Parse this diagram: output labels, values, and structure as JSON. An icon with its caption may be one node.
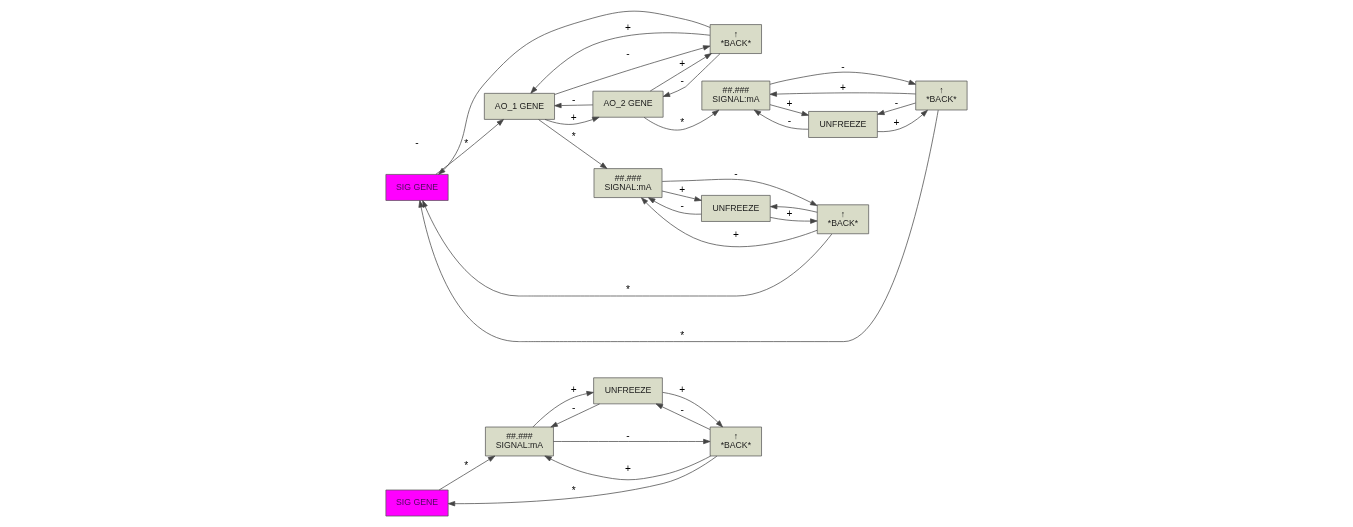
{
  "diagram": {
    "nodes": [
      {
        "text": [
          "SIG GENE"
        ]
      },
      {
        "text": [
          "##.###",
          "SIGNAL:mA"
        ]
      },
      {
        "text": [
          "UNFREEZE"
        ]
      },
      {
        "text": [
          "↑",
          "*BACK*"
        ]
      },
      {
        "text": [
          "SIG GENE"
        ]
      },
      {
        "text": [
          "AO_1 GENE"
        ]
      },
      {
        "text": [
          "##.###",
          "SIGNAL:mA"
        ]
      },
      {
        "text": [
          "UNFREEZE"
        ]
      },
      {
        "text": [
          "↑",
          "*BACK*"
        ]
      },
      {
        "text": [
          "AO_2 GENE"
        ]
      },
      {
        "text": [
          "##.###",
          "SIGNAL:mA"
        ]
      },
      {
        "text": [
          "UNFREEZE"
        ]
      },
      {
        "text": [
          "↑",
          "*BACK*"
        ]
      },
      {
        "text": [
          "↑",
          "*BACK*"
        ]
      }
    ],
    "edges": [
      {
        "from": 0,
        "to": 1,
        "arrow": "to",
        "label": "*"
      },
      {
        "from": 1,
        "to": 2,
        "arrow": "to",
        "label": "+"
      },
      {
        "from": 2,
        "to": 1,
        "arrow": "to",
        "label": "-"
      },
      {
        "from": 2,
        "to": 3,
        "arrow": "to",
        "label": "+"
      },
      {
        "from": 3,
        "to": 2,
        "arrow": "to",
        "label": "-"
      },
      {
        "from": 3,
        "to": 1,
        "arrow": "to",
        "label": "+"
      },
      {
        "from": 1,
        "to": 3,
        "arrow": "to",
        "label": "-"
      },
      {
        "from": 3,
        "to": 0,
        "arrow": "to",
        "label": "*"
      },
      {
        "from": 4,
        "to": 5,
        "arrow": "to",
        "label": "*"
      },
      {
        "from": 5,
        "to": 6,
        "arrow": "to",
        "label": "*"
      },
      {
        "from": 6,
        "to": 7,
        "arrow": "to",
        "label": "+"
      },
      {
        "from": 7,
        "to": 6,
        "arrow": "to",
        "label": "-"
      },
      {
        "from": 7,
        "to": 8,
        "arrow": "to",
        "label": "+"
      },
      {
        "from": 8,
        "to": 7,
        "arrow": "to"
      },
      {
        "from": 8,
        "to": 6,
        "arrow": "to",
        "label": "+"
      },
      {
        "from": 6,
        "to": 8,
        "arrow": "to",
        "label": "-"
      },
      {
        "from": 8,
        "to": 4,
        "arrow": "to",
        "label": "*"
      },
      {
        "from": 5,
        "to": 9,
        "arrow": "to",
        "label": "+"
      },
      {
        "from": 9,
        "to": 5,
        "arrow": "to",
        "label": "-"
      },
      {
        "from": 5,
        "to": 12,
        "arrow": "to",
        "label": "-"
      },
      {
        "from": 12,
        "to": 5,
        "arrow": "to",
        "label": "+"
      },
      {
        "from": 9,
        "to": 12,
        "arrow": "to",
        "label": "+"
      },
      {
        "from": 12,
        "to": 9,
        "arrow": "to",
        "label": "-"
      },
      {
        "from": 9,
        "to": 10,
        "arrow": "to",
        "label": "*"
      },
      {
        "from": 10,
        "to": 11,
        "arrow": "to",
        "label": "+"
      },
      {
        "from": 11,
        "to": 10,
        "arrow": "to",
        "label": "-"
      },
      {
        "from": 11,
        "to": 13,
        "arrow": "to",
        "label": "+"
      },
      {
        "from": 13,
        "to": 11,
        "arrow": "to",
        "label": "-"
      },
      {
        "from": 13,
        "to": 10,
        "arrow": "to",
        "label": "+"
      },
      {
        "from": 10,
        "to": 13,
        "arrow": "to",
        "label": "-"
      },
      {
        "from": 13,
        "to": 4,
        "arrow": "to",
        "label": "*"
      },
      {
        "from": 12,
        "to": 4,
        "arrow": "to"
      }
    ],
    "labels": [
      "-"
    ]
  }
}
